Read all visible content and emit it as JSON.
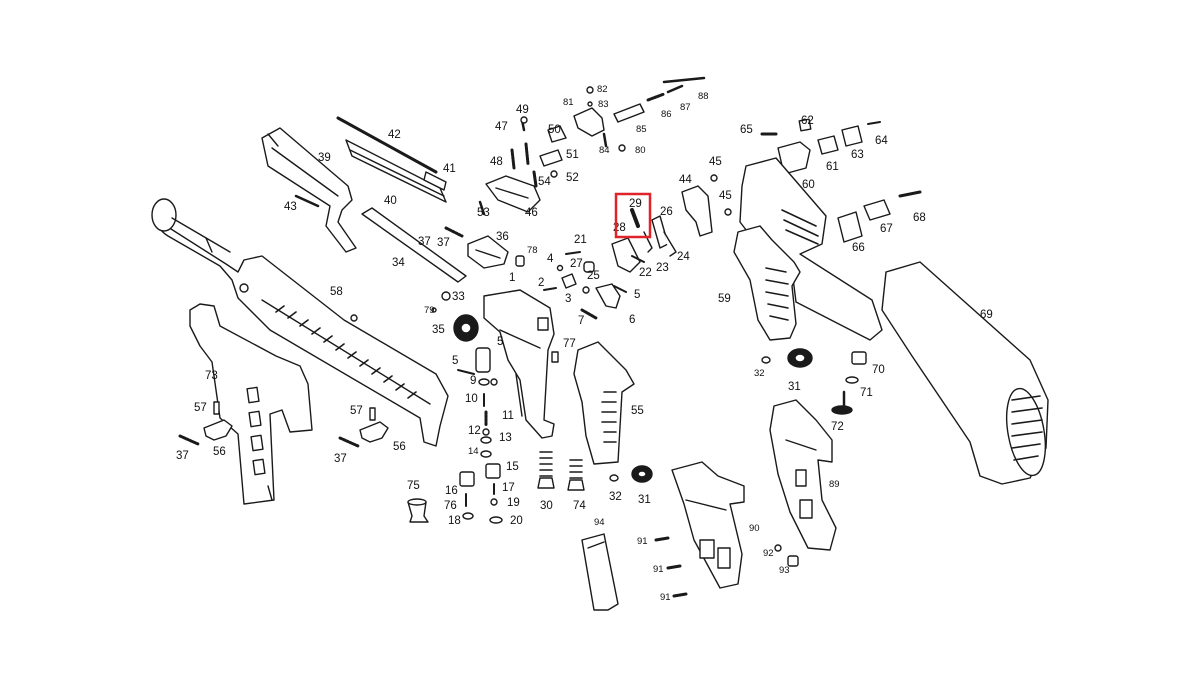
{
  "labels": [
    "1",
    "2",
    "3",
    "4",
    "5",
    "5",
    "5",
    "6",
    "7",
    "9",
    "10",
    "11",
    "12",
    "13",
    "14",
    "15",
    "16",
    "17",
    "18",
    "19",
    "20",
    "21",
    "22",
    "23",
    "24",
    "25",
    "26",
    "27",
    "28",
    "29",
    "30",
    "31",
    "31",
    "32",
    "32",
    "33",
    "34",
    "35",
    "36",
    "37",
    "37",
    "37",
    "37",
    "39",
    "40",
    "41",
    "42",
    "43",
    "44",
    "45",
    "45",
    "46",
    "47",
    "48",
    "49",
    "50",
    "51",
    "52",
    "53",
    "54",
    "55",
    "56",
    "56",
    "57",
    "57",
    "58",
    "59",
    "60",
    "61",
    "62",
    "63",
    "64",
    "65",
    "66",
    "67",
    "68",
    "69",
    "70",
    "71",
    "72",
    "73",
    "74",
    "75",
    "76",
    "77",
    "78",
    "79",
    "80",
    "81",
    "82",
    "83",
    "84",
    "85",
    "86",
    "87",
    "88",
    "89",
    "90",
    "91",
    "91",
    "91",
    "92",
    "93",
    "94"
  ],
  "highlight": {
    "part": "29",
    "color": "#e0232b"
  },
  "colors": {
    "line": "#1a1a1a",
    "background": "#ffffff"
  }
}
